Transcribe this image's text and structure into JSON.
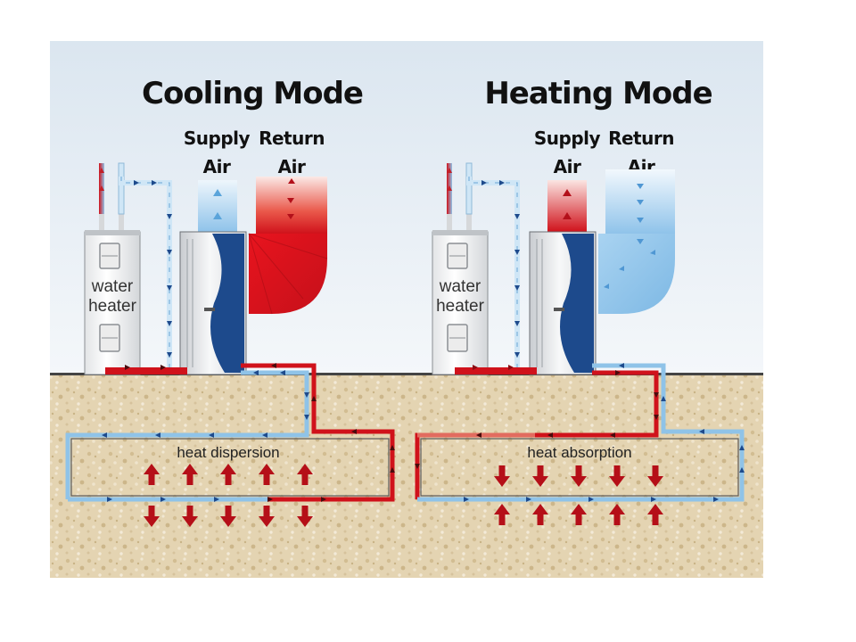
{
  "panels": [
    {
      "title": "Cooling Mode",
      "supply_label_line1": "Supply",
      "supply_label_line2": "Air",
      "return_label_line1": "Return",
      "return_label_line2": "Air",
      "water_heater_line1": "water",
      "water_heater_line2": "heater",
      "loop_label": "heat dispersion"
    },
    {
      "title": "Heating Mode",
      "supply_label_line1": "Supply",
      "supply_label_line2": "Air",
      "return_label_line1": "Return",
      "return_label_line2": "Air",
      "water_heater_line1": "water",
      "water_heater_line2": "heater",
      "loop_label": "heat absorption"
    }
  ],
  "colors": {
    "hot": "#d0121b",
    "cold": "#8fc3e8",
    "cold_dark": "#1d4a8c",
    "ground": "#e3d3b0",
    "sky": "#e6eef5"
  }
}
